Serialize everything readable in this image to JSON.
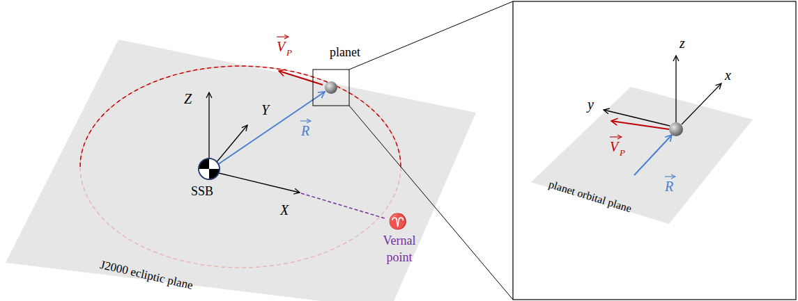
{
  "diagram": {
    "labels": [
      "planet",
      "V",
      "P",
      "Z",
      "Y",
      "R",
      "SSB",
      "X",
      "J2000 ecliptic plane",
      "♈",
      "Vernal point",
      "z",
      "x",
      "y",
      "V",
      "P",
      "R",
      "planet orbital plane"
    ]
  }
}
